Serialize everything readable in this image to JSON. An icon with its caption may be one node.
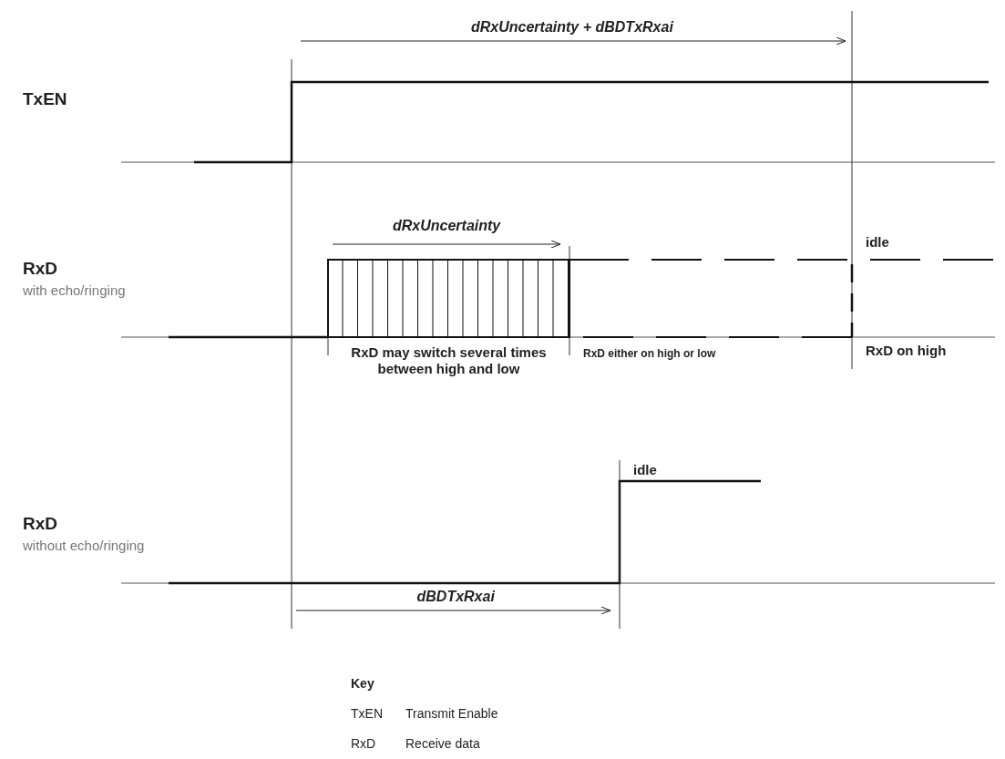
{
  "diagram": {
    "labels": [
      "dRxUncertainty + dBDTxRxai",
      "TxEN",
      "dRxUncertainty",
      "idle",
      "RxD",
      "with echo/ringing",
      "RxD may switch several times between high and low",
      "RxD either on high or low",
      "RxD on high",
      "idle",
      "RxD",
      "without echo/ringing",
      "dBDTxRxai",
      "Key",
      "TxEN",
      "Transmit Enable",
      "RxD",
      "Receive data"
    ]
  }
}
